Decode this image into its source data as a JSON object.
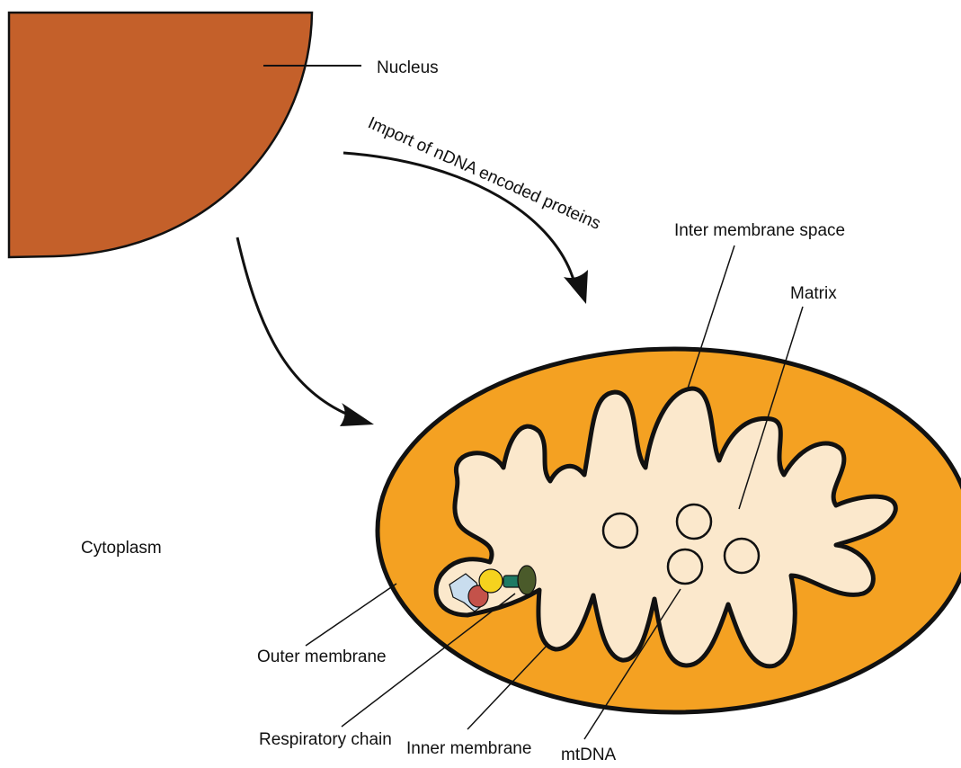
{
  "labels": {
    "nucleus": "Nucleus",
    "import": "Import of nDNA encoded proteins",
    "inter_membrane_space": "Inter membrane space",
    "matrix": "Matrix",
    "cytoplasm": "Cytoplasm",
    "outer_membrane": "Outer membrane",
    "respiratory_chain": "Respiratory chain",
    "inner_membrane": "Inner membrane",
    "mtdna": "mtDNA"
  },
  "colors": {
    "nucleus_fill": "#C4602A",
    "outer_compartment": "#F4A122",
    "matrix_fill": "#FBE8CC",
    "outline": "#111111",
    "complex_light_blue": "#C9DDEE",
    "complex_red": "#C4524A",
    "complex_yellow": "#F5D21E",
    "complex_teal": "#1E7A64",
    "complex_olive": "#4A5A2A"
  }
}
